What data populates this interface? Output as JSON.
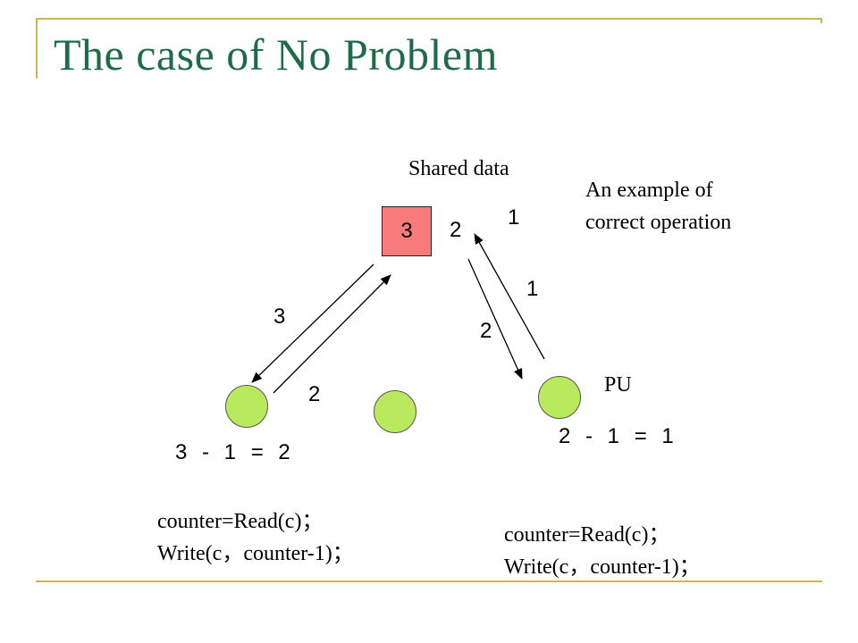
{
  "slide": {
    "title": "The case of No Problem",
    "shared_data_label": "Shared data",
    "example_note_line1": "An example of",
    "example_note_line2": "correct operation",
    "pu_label": "PU",
    "shared_value": "3",
    "shared_value_new": "2",
    "right_arrow_top_label": "1",
    "right_arrow_up_label": "1",
    "right_arrow_down_label": "2",
    "left_arrow_down_label": "3",
    "left_arrow_up_label": "2",
    "left_calc": "3 - 1 = 2",
    "right_calc": "2 - 1 = 1",
    "left_code_line1": "counter=Read(c)；",
    "left_code_line2": "Write(c，counter-1)；",
    "right_code_line1": "counter=Read(c)；",
    "right_code_line2": "Write(c，counter-1)；"
  },
  "colors": {
    "title": "#1e6b48",
    "frame": "#c9b84a",
    "shared_box": "#f87a7a",
    "pu_fill": "#b9ea5d"
  }
}
